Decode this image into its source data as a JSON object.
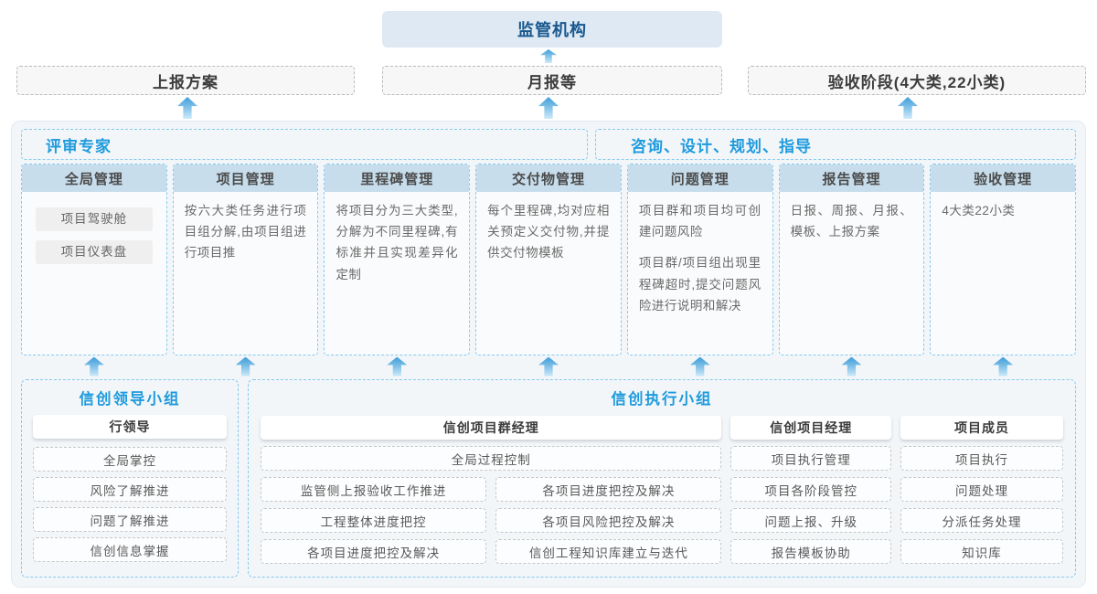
{
  "colors": {
    "accent_blue": "#1f9bdd",
    "dark_blue": "#17578f",
    "regulator_bg": "#dfe9f3",
    "column_header_bg": "#c7ddec",
    "dashed_border_blue": "#85c9ef",
    "panel_bg": "#f3f6f9",
    "arrow_blue": "#3f9eda"
  },
  "top": {
    "regulator": "监管机构",
    "boxes": [
      "上报方案",
      "月报等",
      "验收阶段(4大类,22小类)"
    ]
  },
  "middle": {
    "left_label": "评审专家",
    "right_label": "咨询、设计、规划、指导",
    "columns": [
      {
        "title": "全局管理",
        "items": [
          "项目驾驶舱",
          "项目仪表盘"
        ]
      },
      {
        "title": "项目管理",
        "paragraphs": [
          "按六大类任务进行项目组分解,由项目组进行项目推"
        ]
      },
      {
        "title": "里程碑管理",
        "paragraphs": [
          "将项目分为三大类型,分解为不同里程碑,有标准并且实现差异化定制"
        ]
      },
      {
        "title": "交付物管理",
        "paragraphs": [
          "每个里程碑,均对应相关预定义交付物,并提供交付物模板"
        ]
      },
      {
        "title": "问题管理",
        "paragraphs": [
          "项目群和项目均可创建问题风险",
          "项目群/项目组出现里程碑超时,提交问题风险进行说明和解决"
        ]
      },
      {
        "title": "报告管理",
        "paragraphs": [
          "日报、周报、月报、模板、上报方案"
        ]
      },
      {
        "title": "验收管理",
        "paragraphs": [
          "4大类22小类"
        ]
      }
    ]
  },
  "bottom": {
    "leader_group": {
      "title": "信创领导小组",
      "role": "行领导",
      "items": [
        "全局掌控",
        "风险了解推进",
        "问题了解推进",
        "信创信息掌握"
      ]
    },
    "exec_group": {
      "title": "信创执行小组",
      "pm_group": {
        "role": "信创项目群经理",
        "full_item": "全局过程控制",
        "col_a": [
          "监管侧上报验收工作推进",
          "工程整体进度把控",
          "各项目进度把控及解决"
        ],
        "col_b": [
          "各项目进度把控及解决",
          "各项目风险把控及解决",
          "信创工程知识库建立与迭代"
        ]
      },
      "pm": {
        "role": "信创项目经理",
        "items": [
          "项目执行管理",
          "项目各阶段管控",
          "问题上报、升级",
          "报告模板协助"
        ]
      },
      "member": {
        "role": "项目成员",
        "items": [
          "项目执行",
          "问题处理",
          "分派任务处理",
          "知识库"
        ]
      }
    }
  }
}
